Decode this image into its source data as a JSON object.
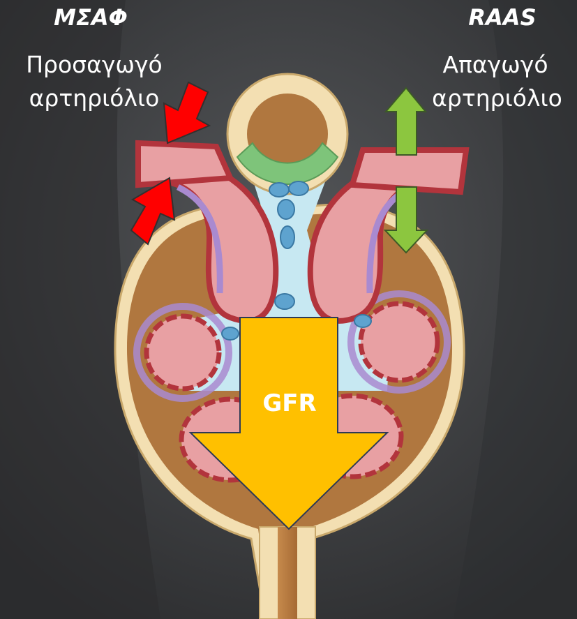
{
  "left": {
    "tag": "ΜΣΑΦ",
    "line1": "Προσαγωγό",
    "line2": "αρτηριόλιο"
  },
  "right": {
    "tag": "RAAS",
    "line1": "Απαγωγό",
    "line2": "αρτηριόλιο"
  },
  "gfr_label": "GFR",
  "colors": {
    "background": "#3a3b3d",
    "afferent_arrows": "#ff0000",
    "efferent_arrows": "#8cc63f",
    "gfr_arrow": "#ffc000",
    "capsule": "#b0773f",
    "vessel": "#e8a0a3",
    "vessel_wall": "#b2343c",
    "podocyte": "#a98ad0",
    "mesangium": "#c7e8f2"
  },
  "icons": [
    "red-arrow-icon",
    "green-double-arrow-icon",
    "yellow-down-arrow-icon",
    "glomerulus-illustration"
  ]
}
